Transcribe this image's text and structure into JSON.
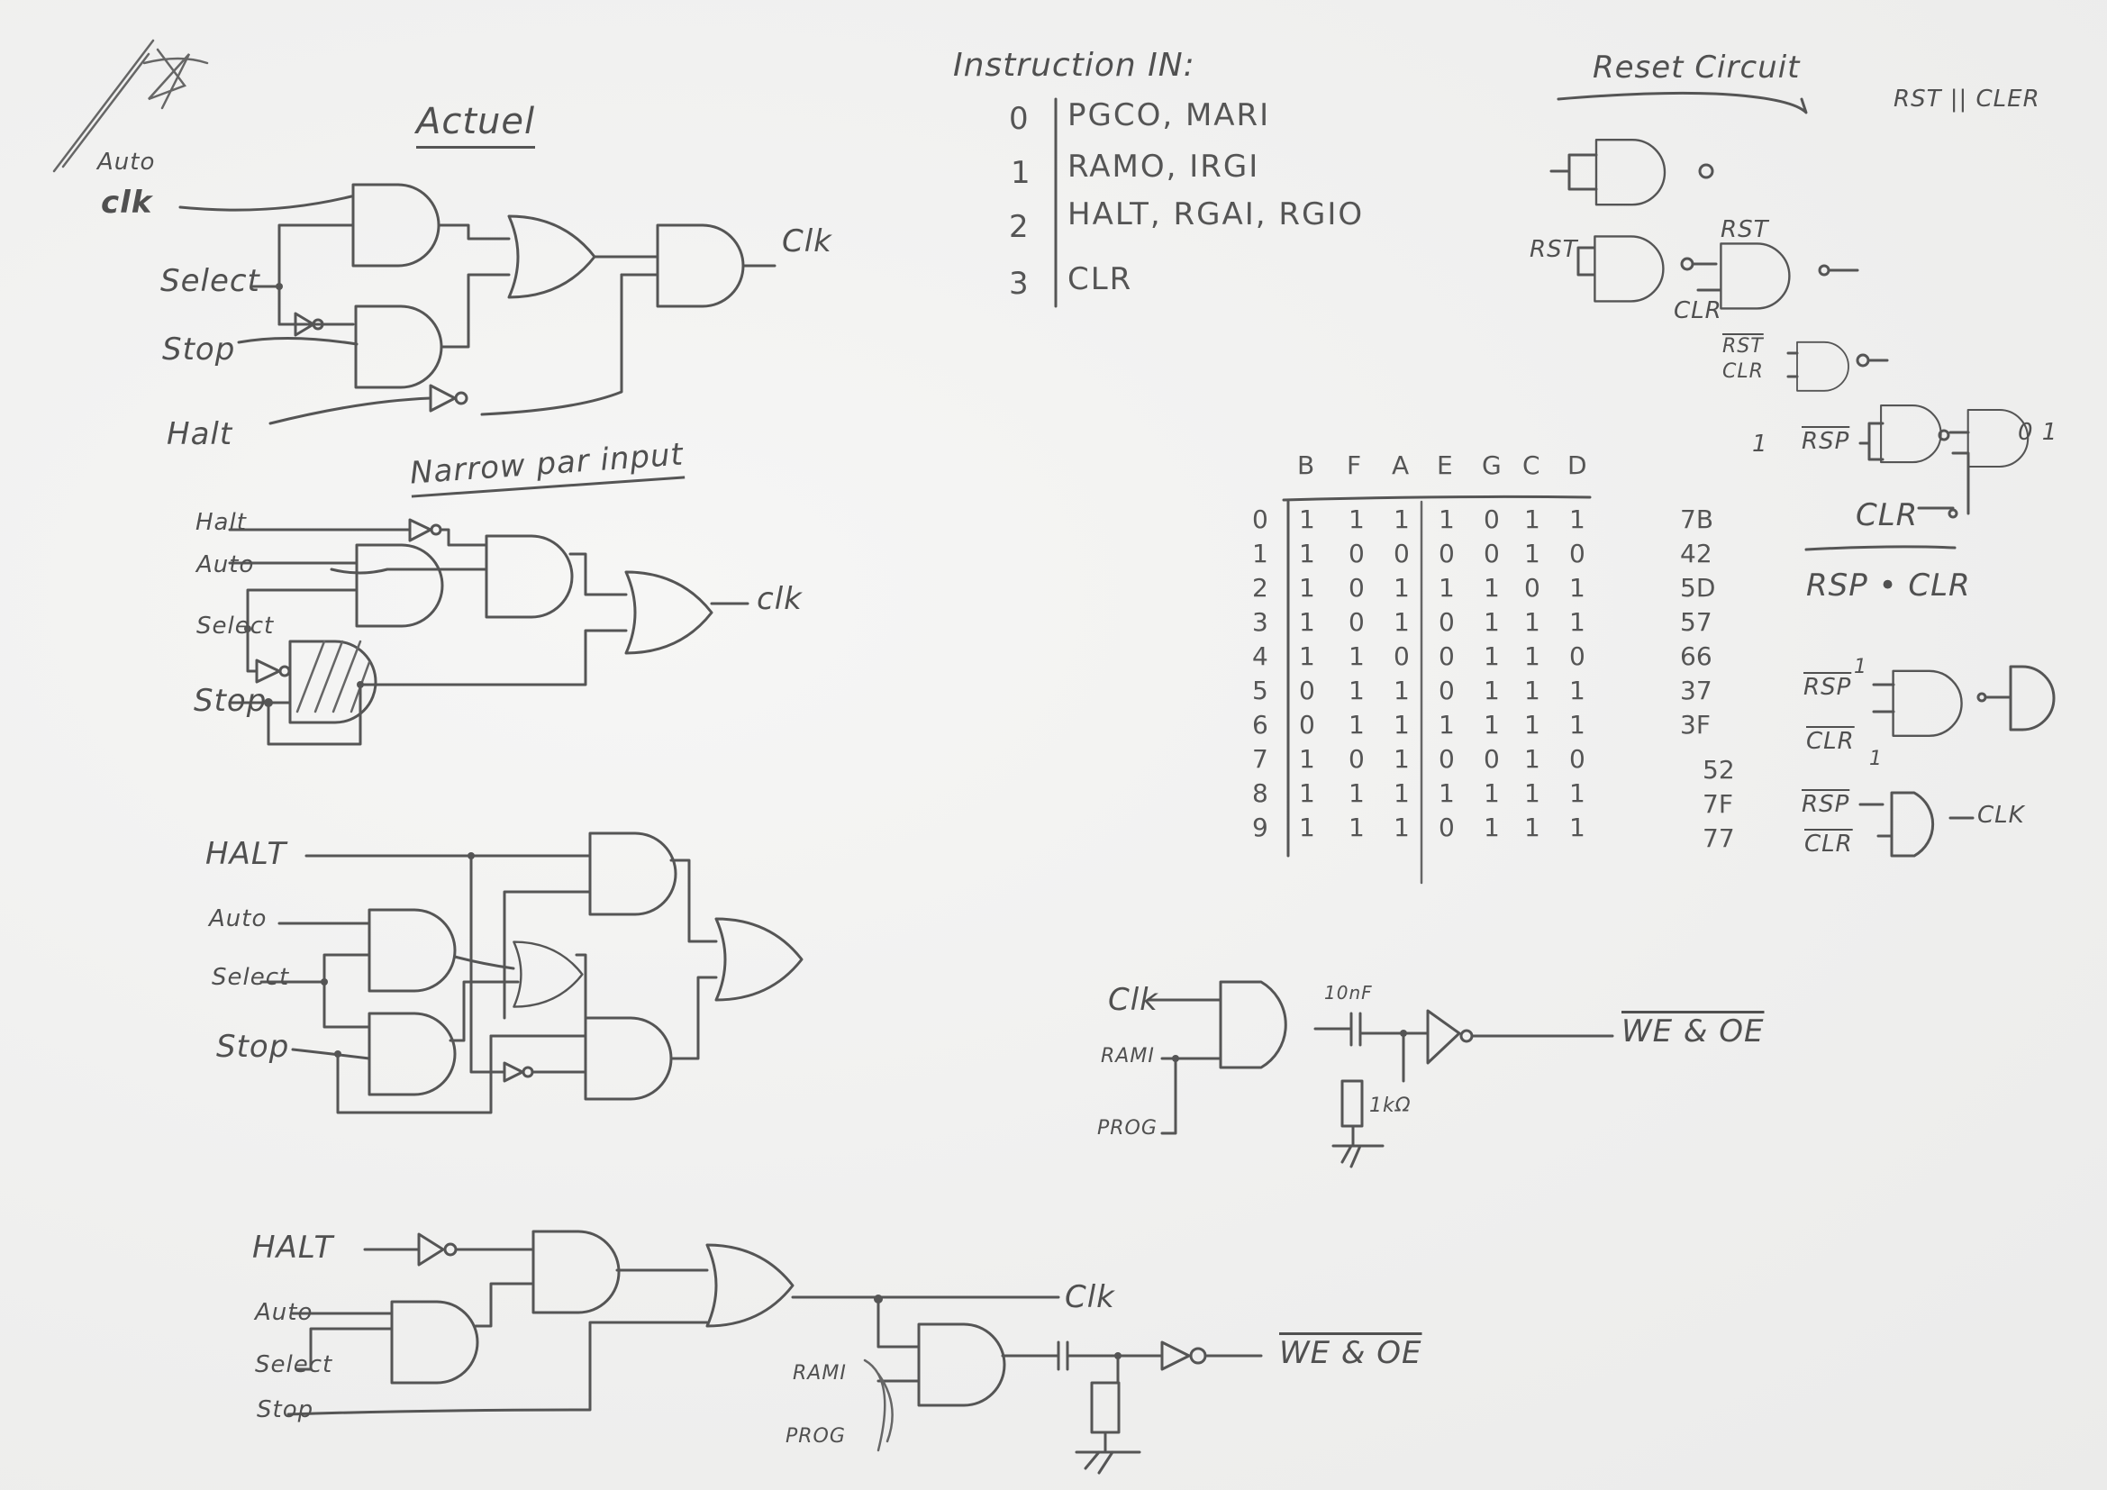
{
  "sections": {
    "actuel": {
      "title": "Actuel",
      "inputs": [
        "Auto",
        "clk",
        "Select",
        "Stop",
        "Halt"
      ],
      "output": "Clk"
    },
    "narrow": {
      "title": "Narrow par input",
      "inputs": [
        "Halt",
        "Auto",
        "Select",
        "Stop"
      ],
      "output": "clk"
    },
    "third": {
      "inputs": [
        "HALT",
        "Auto",
        "Select",
        "Stop"
      ]
    },
    "bottom": {
      "inputs": [
        "HALT",
        "Auto",
        "Select",
        "Stop"
      ],
      "output": "Clk",
      "extra_inputs": [
        "RAMI",
        "PROG"
      ],
      "we_oe": "WE & OE"
    },
    "instruction": {
      "title": "Instruction IN:",
      "rows": [
        {
          "step": "0",
          "signals": "PGCO, MARI"
        },
        {
          "step": "1",
          "signals": "RAMO, IRGI"
        },
        {
          "step": "2",
          "signals": "HALT, RGAI, RGIO"
        },
        {
          "step": "3",
          "signals": "CLR"
        }
      ]
    },
    "reset": {
      "title": "Reset Circuit",
      "note": "RST || CLER",
      "labels": {
        "rst": "RST",
        "rst2": "RST",
        "clr": "CLR",
        "rst_bar": "RST",
        "clr2": "CLR",
        "rsp_bar": "RSP",
        "clr3": "CLR",
        "one_left": "1",
        "out_01": "0 1",
        "formula": "RSP • CLR",
        "rsp2": "RSP",
        "clr4": "CLR",
        "one_a": "1",
        "one_b": "1",
        "rsp3": "RSP",
        "clr5": "CLR",
        "clk_out": "CLK"
      }
    },
    "pulse": {
      "inputs": [
        "Clk",
        "RAMI",
        "PROG"
      ],
      "capacitor": "10nF",
      "resistor": "1kΩ",
      "output": "WE & OE"
    }
  },
  "chart_data": {
    "type": "table",
    "title": "7-segment decoder truth table",
    "columns": [
      "B",
      "F",
      "A",
      "E",
      "G",
      "C",
      "D"
    ],
    "rows": [
      {
        "digit": "0",
        "bits": [
          "1",
          "1",
          "1",
          "1",
          "0",
          "1",
          "1"
        ],
        "hex": "7B"
      },
      {
        "digit": "1",
        "bits": [
          "1",
          "0",
          "0",
          "0",
          "0",
          "1",
          "0"
        ],
        "hex": "42"
      },
      {
        "digit": "2",
        "bits": [
          "1",
          "0",
          "1",
          "1",
          "1",
          "0",
          "1"
        ],
        "hex": "5D"
      },
      {
        "digit": "3",
        "bits": [
          "1",
          "0",
          "1",
          "0",
          "1",
          "1",
          "1"
        ],
        "hex": "57"
      },
      {
        "digit": "4",
        "bits": [
          "1",
          "1",
          "0",
          "0",
          "1",
          "1",
          "0"
        ],
        "hex": "66"
      },
      {
        "digit": "5",
        "bits": [
          "0",
          "1",
          "1",
          "0",
          "1",
          "1",
          "1"
        ],
        "hex": "37"
      },
      {
        "digit": "6",
        "bits": [
          "0",
          "1",
          "1",
          "1",
          "1",
          "1",
          "1"
        ],
        "hex": "3F"
      },
      {
        "digit": "7",
        "bits": [
          "1",
          "0",
          "1",
          "0",
          "0",
          "1",
          "0"
        ],
        "hex": "52"
      },
      {
        "digit": "8",
        "bits": [
          "1",
          "1",
          "1",
          "1",
          "1",
          "1",
          "1"
        ],
        "hex": "7F"
      },
      {
        "digit": "9",
        "bits": [
          "1",
          "1",
          "1",
          "0",
          "1",
          "1",
          "1"
        ],
        "hex": "77"
      }
    ]
  }
}
